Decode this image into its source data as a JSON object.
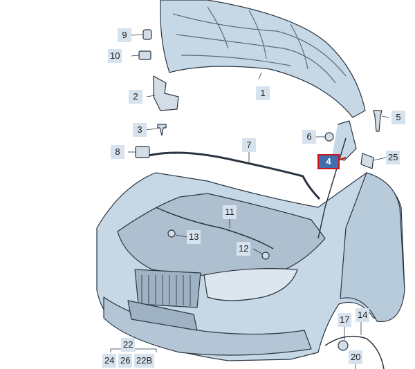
{
  "diagram": {
    "highlight_color": "#d0141c",
    "part_fill": "#c6d7e5",
    "line_color": "#2a3440",
    "callouts": [
      {
        "id": "c1",
        "text": "1"
      },
      {
        "id": "c2",
        "text": "2"
      },
      {
        "id": "c3",
        "text": "3"
      },
      {
        "id": "c4",
        "text": "4",
        "highlighted": true
      },
      {
        "id": "c5",
        "text": "5"
      },
      {
        "id": "c6",
        "text": "6"
      },
      {
        "id": "c7",
        "text": "7"
      },
      {
        "id": "c8",
        "text": "8"
      },
      {
        "id": "c9",
        "text": "9"
      },
      {
        "id": "c10",
        "text": "10"
      },
      {
        "id": "c11",
        "text": "11"
      },
      {
        "id": "c12",
        "text": "12"
      },
      {
        "id": "c13",
        "text": "13"
      },
      {
        "id": "c14",
        "text": "14"
      },
      {
        "id": "c17",
        "text": "17"
      },
      {
        "id": "c20",
        "text": "20"
      },
      {
        "id": "c22",
        "text": "22"
      },
      {
        "id": "c24",
        "text": "24"
      },
      {
        "id": "c25",
        "text": "25"
      },
      {
        "id": "c26",
        "text": "26"
      },
      {
        "id": "c22b",
        "text": "22B"
      }
    ]
  }
}
